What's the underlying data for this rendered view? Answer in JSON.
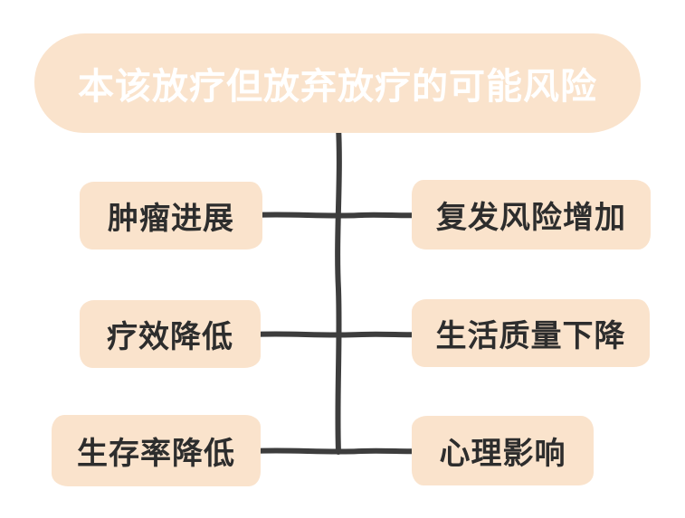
{
  "diagram": {
    "title": "本该放疗但放弃放疗的可能风险",
    "left_items": [
      "肿瘤进展",
      "疗效降低",
      "生存率降低"
    ],
    "right_items": [
      "复发风险增加",
      "生活质量下降",
      "心理影响"
    ],
    "colors": {
      "node_background": "#FAE3CC",
      "title_text": "#FFFFFF",
      "node_text": "#2D2D2D",
      "connector": "#3D3D3D",
      "canvas_background": "#FFFFFF"
    }
  }
}
